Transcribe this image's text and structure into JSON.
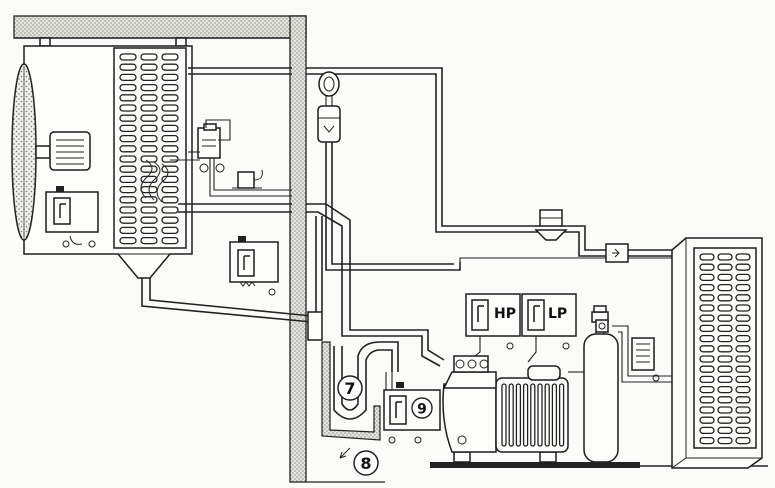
{
  "labels": {
    "hp": "HP",
    "lp": "LP",
    "n7": "7",
    "n8": "8",
    "n9": "9"
  },
  "icons": {
    "fan": "fan-icon",
    "fan_motor": "fan-motor-icon",
    "solenoid": "solenoid-valve-icon",
    "sight_glass": "sight-glass-icon",
    "filter_drier": "filter-drier-icon",
    "pressure_switch": "pressure-switch-icon",
    "compressor": "compressor-icon",
    "receiver": "receiver-icon",
    "condenser": "condenser-icon",
    "heater": "drain-heater-icon"
  },
  "colors": {
    "line": "#222222",
    "wall_fill": "#d9d9d4",
    "paper": "#fbfbf9"
  }
}
